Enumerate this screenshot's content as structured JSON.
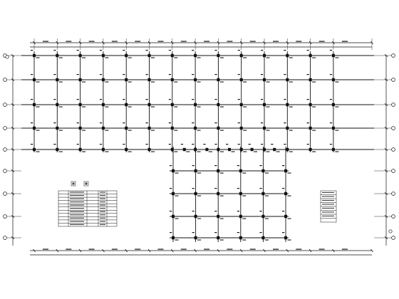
{
  "drawing": {
    "grid": {
      "column_lines": 14,
      "row_lines": 5,
      "annex_column_lines": 6,
      "annex_row_lines": 5
    },
    "caption": ""
  }
}
